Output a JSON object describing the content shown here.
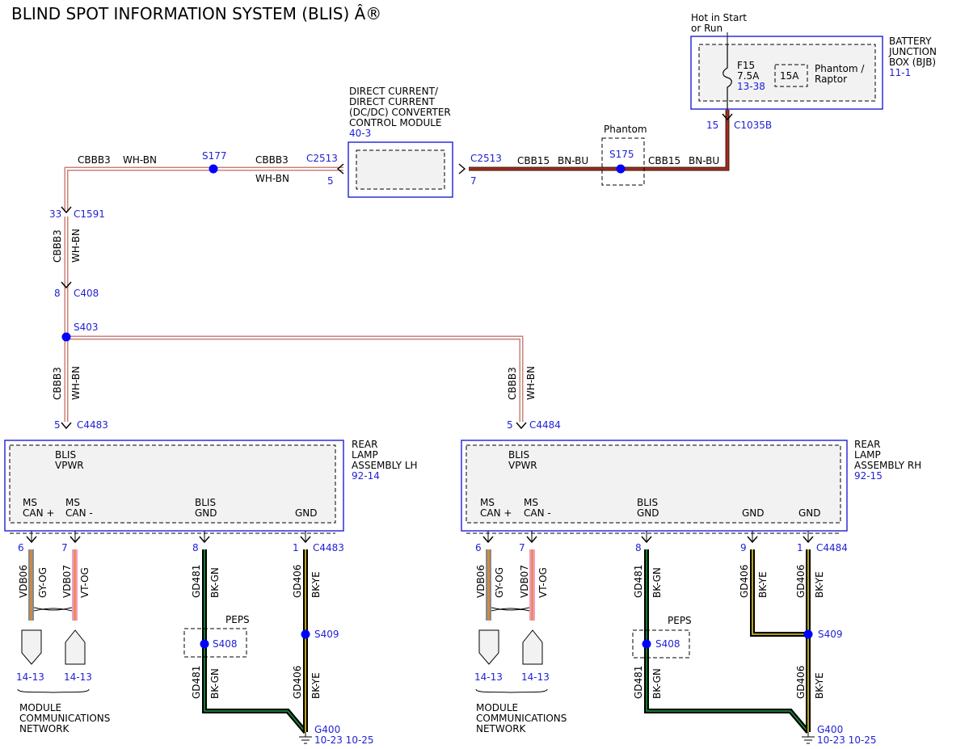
{
  "title": "BLIND SPOT INFORMATION SYSTEM (BLIS) Â®",
  "bjb": {
    "supply": [
      "Hot in Start",
      "or Run"
    ],
    "name": [
      "BATTERY",
      "JUNCTION",
      "BOX (BJB)"
    ],
    "ref": "11-1",
    "fuse": "F15",
    "fuse_rating": "7.5A",
    "fuse_ref": "13-38",
    "alt_fuse": "15A",
    "alt_note": [
      "Phantom /",
      "Raptor"
    ],
    "pin": "15",
    "connector": "C1035B"
  },
  "dcdc": {
    "name": [
      "DIRECT CURRENT/",
      "DIRECT CURRENT",
      "(DC/DC) CONVERTER",
      "CONTROL MODULE"
    ],
    "ref": "40-3",
    "in_connector": "C2513",
    "in_pin": "7",
    "out_connector": "C2513",
    "out_pin": "5"
  },
  "splices": {
    "s175": "S175",
    "s175_note": "Phantom",
    "s177": "S177",
    "s403": "S403",
    "s408": "S408",
    "s409": "S409",
    "peps": "PEPS"
  },
  "wires": {
    "cbb15": "CBB15",
    "bn_bu": "BN-BU",
    "cbbb3": "CBBB3",
    "wh_bn": "WH-BN",
    "vdb06": "VDB06",
    "gy_og": "GY-OG",
    "vdb07": "VDB07",
    "vt_og": "VT-OG",
    "gd481": "GD481",
    "bk_gn": "BK-GN",
    "gd406": "GD406",
    "bk_ye": "BK-YE"
  },
  "connectors": {
    "c1591": "C1591",
    "c1591_pin": "33",
    "c408": "C408",
    "c408_pin": "8",
    "c4483": "C4483",
    "c4484": "C4484",
    "vpwr_pin": "5"
  },
  "lh": {
    "name": [
      "REAR",
      "LAMP",
      "ASSEMBLY LH"
    ],
    "ref": "92-14",
    "vpwr": [
      "BLIS",
      "VPWR"
    ],
    "can_plus": [
      "MS",
      "CAN +"
    ],
    "can_minus": [
      "MS",
      "CAN -"
    ],
    "blis_gnd": [
      "BLIS",
      "GND"
    ],
    "gnd": "GND",
    "pins": [
      "6",
      "7",
      "8",
      "1"
    ]
  },
  "rh": {
    "name": [
      "REAR",
      "LAMP",
      "ASSEMBLY RH"
    ],
    "ref": "92-15",
    "vpwr": [
      "BLIS",
      "VPWR"
    ],
    "can_plus": [
      "MS",
      "CAN +"
    ],
    "can_minus": [
      "MS",
      "CAN -"
    ],
    "blis_gnd": [
      "BLIS",
      "GND"
    ],
    "gnd": "GND",
    "pins": [
      "6",
      "7",
      "8",
      "9",
      "1"
    ]
  },
  "network": {
    "refs": [
      "14-13",
      "14-13"
    ],
    "label": [
      "MODULE",
      "COMMUNICATIONS",
      "NETWORK"
    ]
  },
  "ground": {
    "name": "G400",
    "refs": "10-23 10-25"
  },
  "colors": {
    "ink_blue": "#1f1fd6",
    "node_blue": "#0000ff",
    "bn_bu_stripe": "#c0262f",
    "bn_bu_base": "#5a2a12",
    "wh_bn_stripe": "#c9837a",
    "gy_og_base": "#8a8a8a",
    "vt_og_base": "#f29ac4",
    "bk_gn_stripe": "#1a9a3a",
    "bk_ye_stripe": "#e8d020"
  }
}
